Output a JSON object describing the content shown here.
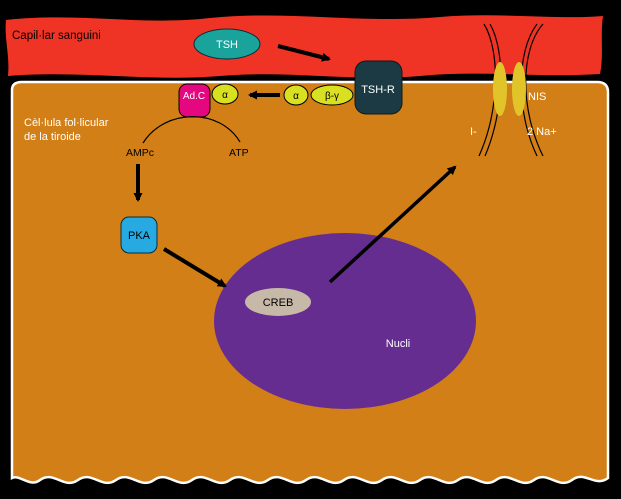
{
  "labels": {
    "capillary": "Capil·lar sanguini",
    "cell_line1": "Cèl·lula fol·licular",
    "cell_line2": "de la tiroide",
    "tsh": "TSH",
    "tsh_receptor": "TSH-R",
    "adenylate_cyclase": "Ad.C",
    "alpha_bound": "α",
    "alpha_free": "α",
    "beta_gamma": "β-γ",
    "campc": "AMPc",
    "atp": "ATP",
    "pka": "PKA",
    "creb": "CREB",
    "nucleus": "Nucli",
    "nis": "NIS",
    "iodide": "I-",
    "sodium": "2 Na+"
  },
  "colors": {
    "background": "#000000",
    "capillary": "#ef3425",
    "cell": "#d37f17",
    "cell_border": "#ffffff",
    "nucleus": "#662d91",
    "tsh": "#1aa39b",
    "receptor": "#1b3a44",
    "adenylate_cyclase": "#e5077f",
    "g_protein": "#d9e021",
    "nis": "#e0c42a",
    "pka": "#27aae1",
    "creb": "#c6b9a8",
    "arrow": "#000000"
  }
}
